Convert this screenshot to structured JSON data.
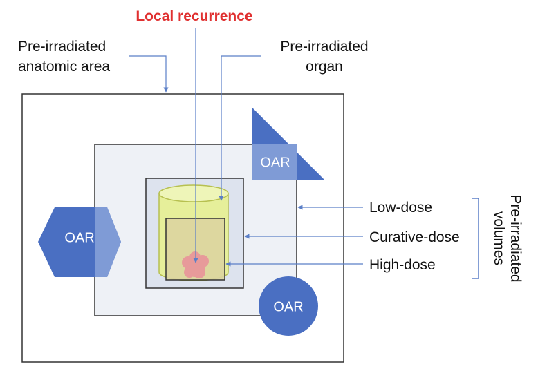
{
  "labels": {
    "local_recurrence": "Local recurrence",
    "anatomic_area_line1": "Pre-irradiated",
    "anatomic_area_line2": "anatomic area",
    "organ_line1": "Pre-irradiated",
    "organ_line2": "organ",
    "low_dose": "Low-dose",
    "curative_dose": "Curative-dose",
    "high_dose": "High-dose",
    "volumes_line1": "Pre-irradiated",
    "volumes_line2": "volumes"
  },
  "oar": {
    "triangle": "OAR",
    "hexagon": "OAR",
    "circle": "OAR"
  },
  "colors": {
    "oar_dark": "#4a6fc2",
    "oar_light": "#7f9bd6",
    "low_dose_fill": "#eef1f6",
    "curative_fill": "#dde3ee",
    "organ_fill": "#e6ef9a",
    "high_dose_fill": "#dcd4a0",
    "tumor": "#e79a9a",
    "pointer_line": "#5b7fc7",
    "local_recurrence": "#e03030"
  }
}
